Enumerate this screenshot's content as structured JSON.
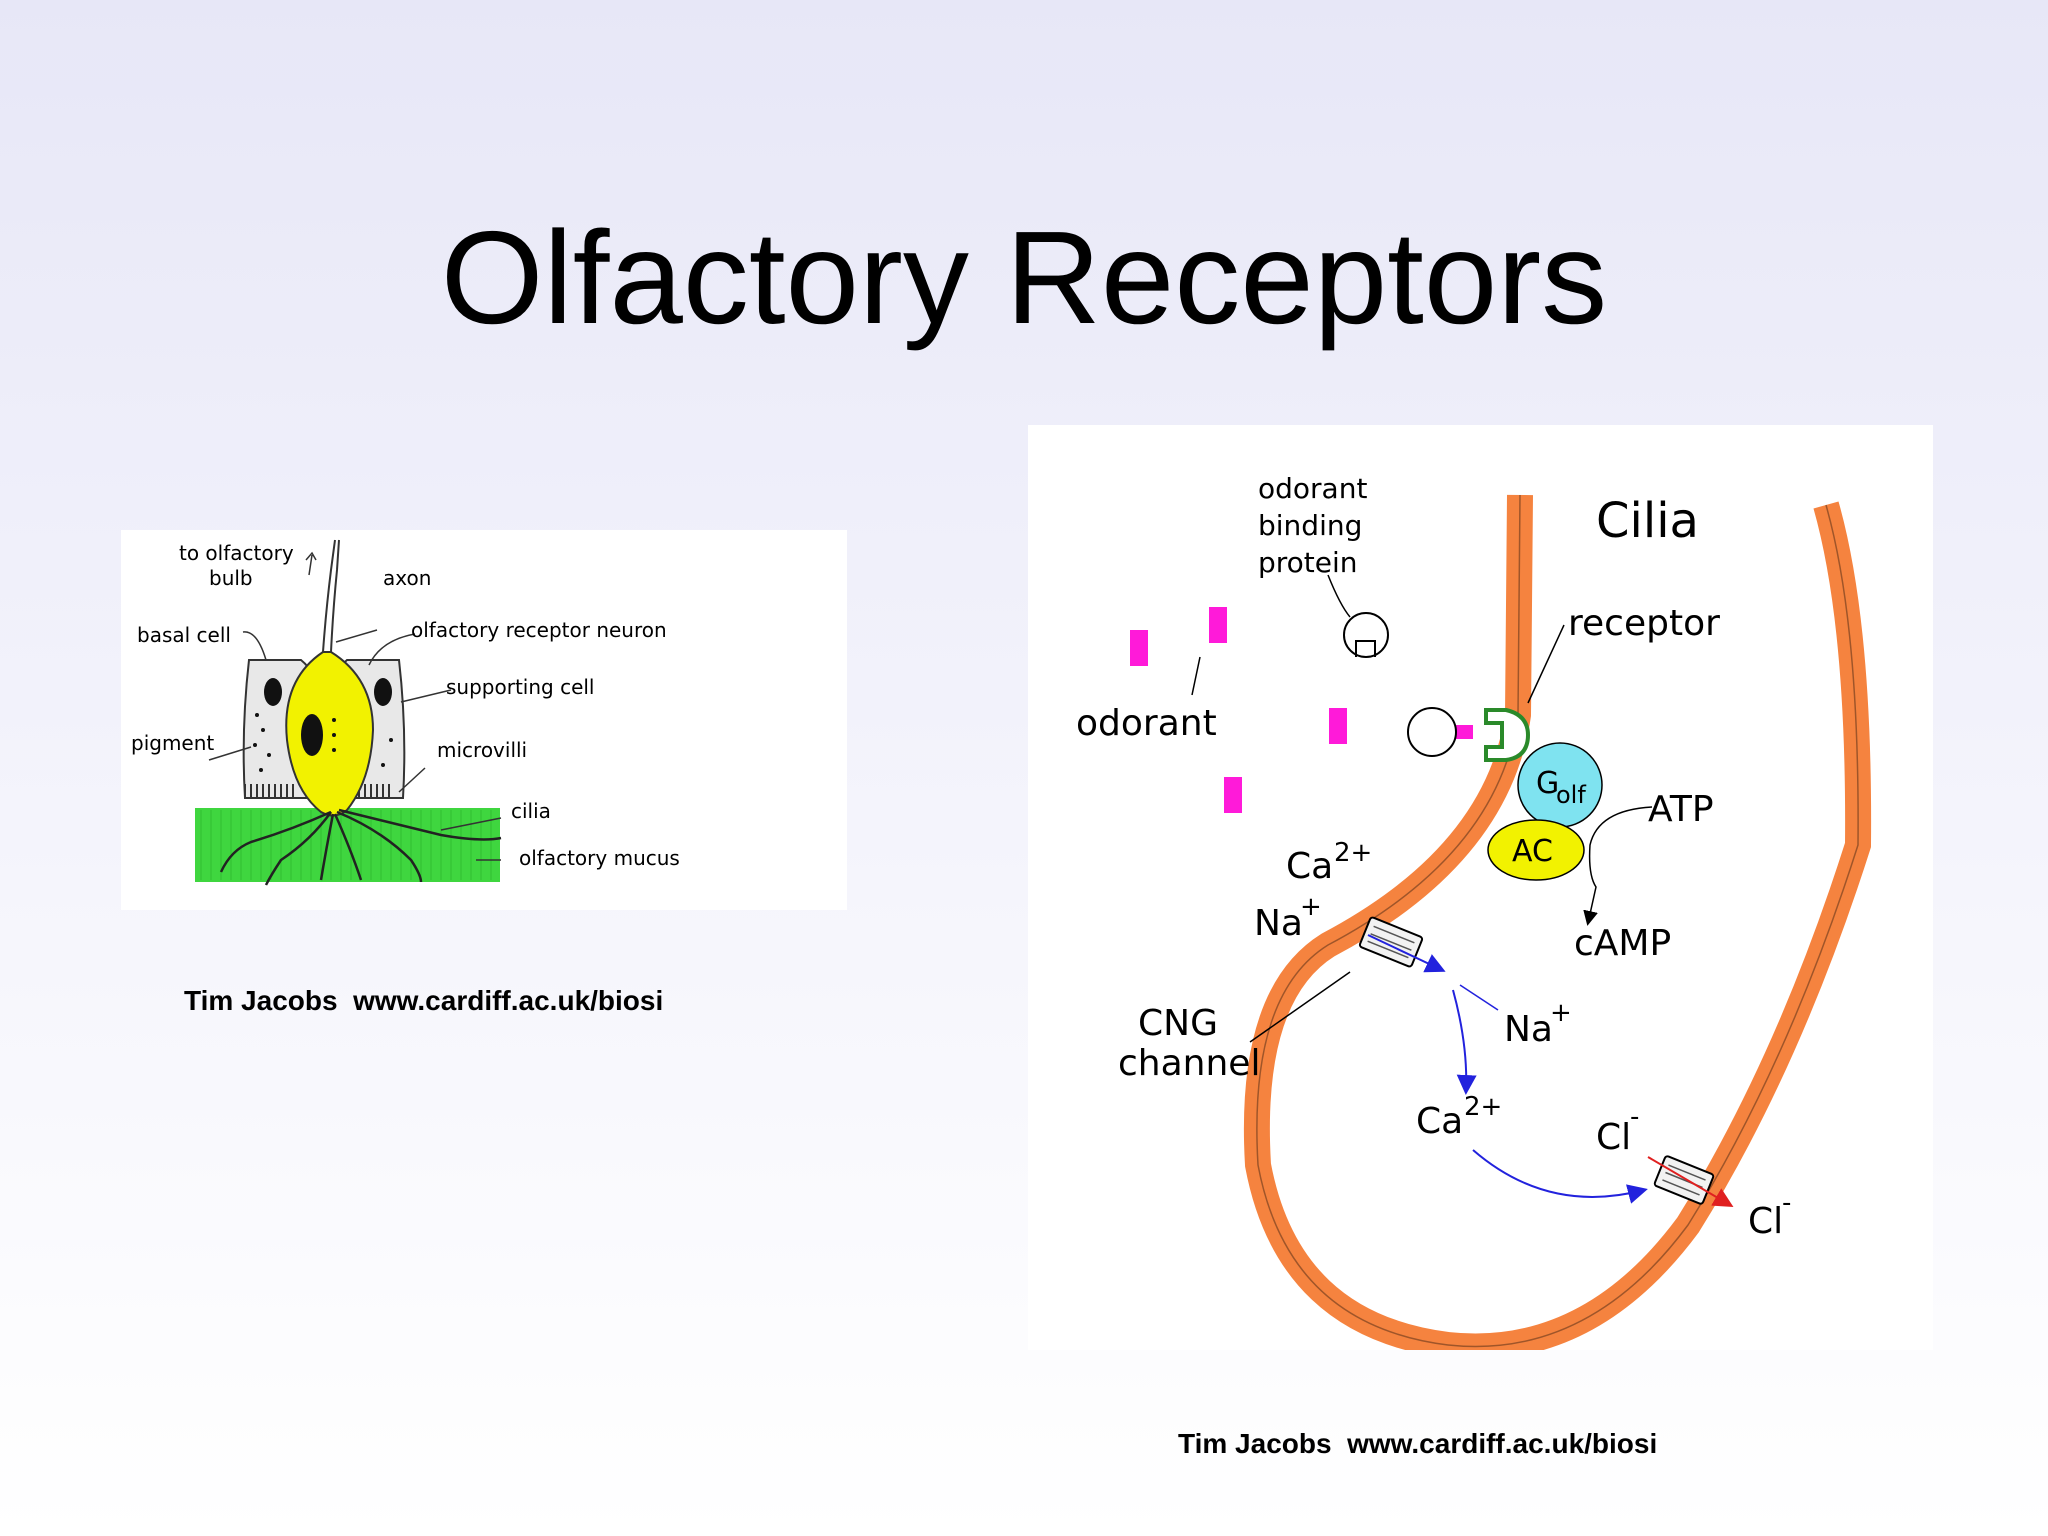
{
  "slide": {
    "title": "Olfactory Receptors",
    "credit_left": "Tim Jacobs  www.cardiff.ac.uk/biosi",
    "credit_right": "Tim Jacobs  www.cardiff.ac.uk/biosi"
  },
  "left_diagram": {
    "labels": {
      "to_bulb_1": "to olfactory",
      "to_bulb_2": "bulb",
      "axon": "axon",
      "basal_cell": "basal cell",
      "orn": "olfactory receptor neuron",
      "supporting_cell": "supporting cell",
      "pigment": "pigment",
      "microvilli": "microvilli",
      "cilia": "cilia",
      "mucus": "olfactory mucus"
    },
    "colors": {
      "neuron": "#f2f200",
      "mucus": "#3fd63f",
      "cells": "#e8e8e8"
    }
  },
  "right_diagram": {
    "labels": {
      "obp_1": "odorant",
      "obp_2": "binding",
      "obp_3": "protein",
      "cilia": "Cilia",
      "odorant": "odorant",
      "receptor": "receptor",
      "golf_g": "G",
      "golf_sub": "olf",
      "atp": "ATP",
      "ac": "AC",
      "camp": "cAMP",
      "ca_1": "Ca",
      "ca_1_sup": "2+",
      "na_1": "Na",
      "na_1_sup": "+",
      "na_2": "Na",
      "na_2_sup": "+",
      "cng_1": "CNG",
      "cng_2": "channel",
      "ca_2": "Ca",
      "ca_2_sup": "2+",
      "cl_1": "Cl",
      "cl_1_sup": "-",
      "cl_2": "Cl",
      "cl_2_sup": "-"
    },
    "colors": {
      "membrane": "#f5833f",
      "odorant": "#ff1ad9",
      "golf": "#7fe3f0",
      "ac": "#f2f200",
      "receptor": "#2a8a2a",
      "na_ca_arrow": "#2222dd",
      "cl_arrow": "#e02020"
    }
  }
}
